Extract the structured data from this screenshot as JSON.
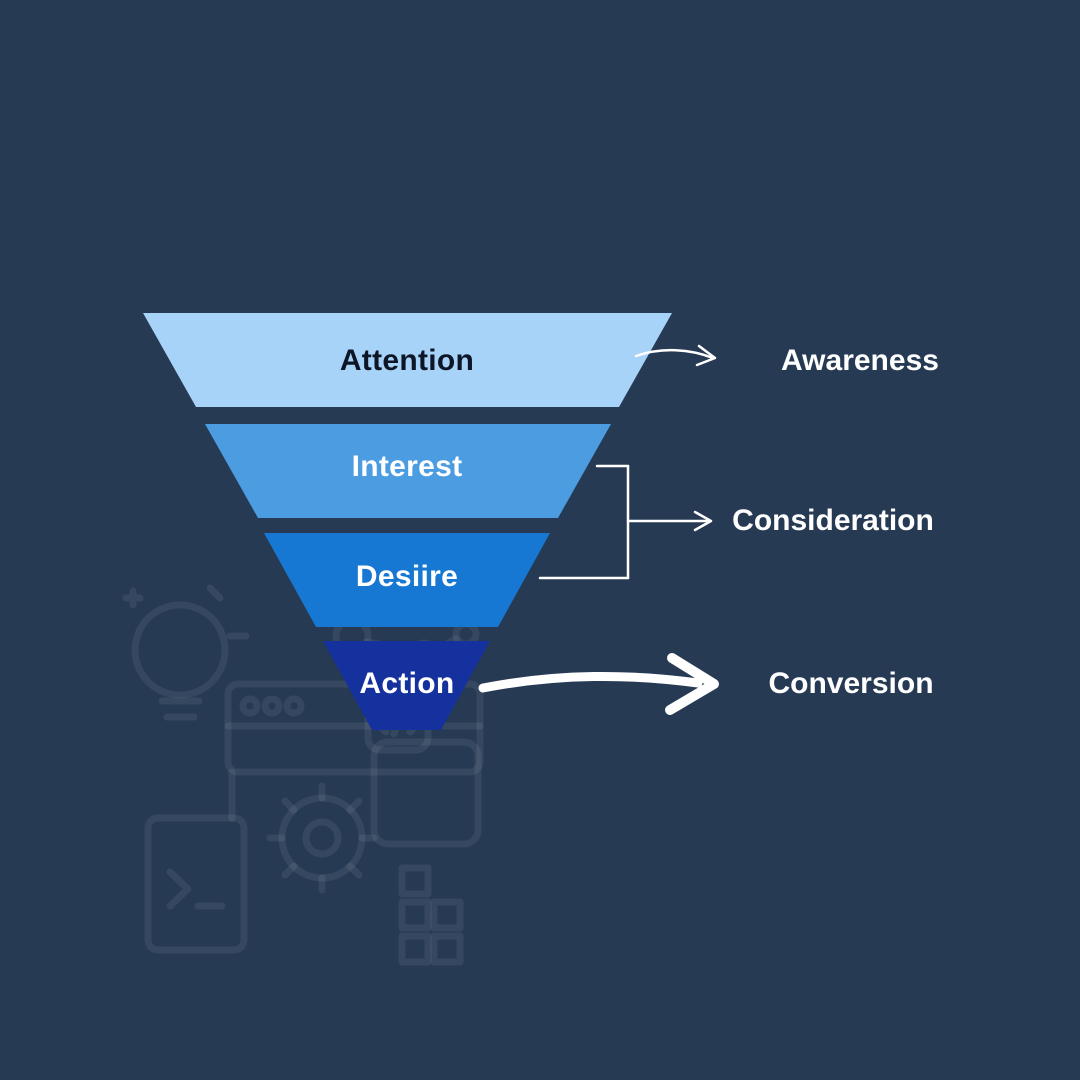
{
  "canvas": {
    "background": "#273A54"
  },
  "funnel": {
    "stages": [
      {
        "label": "Attention",
        "color": "#A8D3F8",
        "text_color": "#0D1626"
      },
      {
        "label": "Interest",
        "color": "#4B9CE1",
        "text_color": "#FFFFFF"
      },
      {
        "label": "Desiire",
        "color": "#1678D2",
        "text_color": "#FFFFFF"
      },
      {
        "label": "Action",
        "color": "#15319E",
        "text_color": "#FFFFFF"
      }
    ]
  },
  "annotations": {
    "awareness": {
      "label": "Awareness"
    },
    "consideration": {
      "label": "Consideration"
    },
    "conversion": {
      "label": "Conversion"
    }
  },
  "arrow_color": "#FFFFFF",
  "decor_icons": [
    "lightbulb-icon",
    "share-nodes-icon",
    "browser-window-icon",
    "code-tag-icon",
    "gear-icon",
    "terminal-file-icon",
    "pixel-blocks-icon"
  ]
}
